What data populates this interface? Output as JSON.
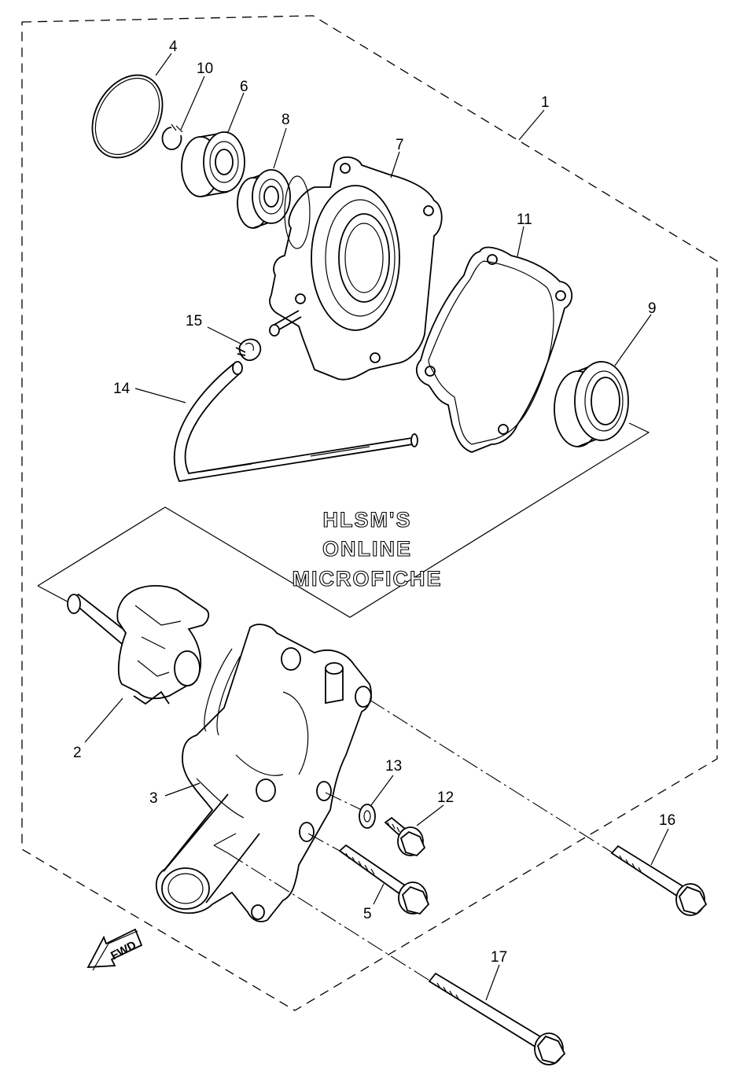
{
  "callouts": {
    "c1": "1",
    "c2": "2",
    "c3": "3",
    "c4": "4",
    "c5": "5",
    "c6": "6",
    "c7": "7",
    "c8": "8",
    "c9": "9",
    "c10": "10",
    "c11": "11",
    "c12": "12",
    "c13": "13",
    "c14": "14",
    "c15": "15",
    "c16": "16",
    "c17": "17"
  },
  "watermark": {
    "line1": "HLSM'S",
    "line2": "ONLINE",
    "line3": "MICROFICHE"
  },
  "direction_arrow": {
    "label": "FWD",
    "icon": "forward-arrow-icon"
  }
}
